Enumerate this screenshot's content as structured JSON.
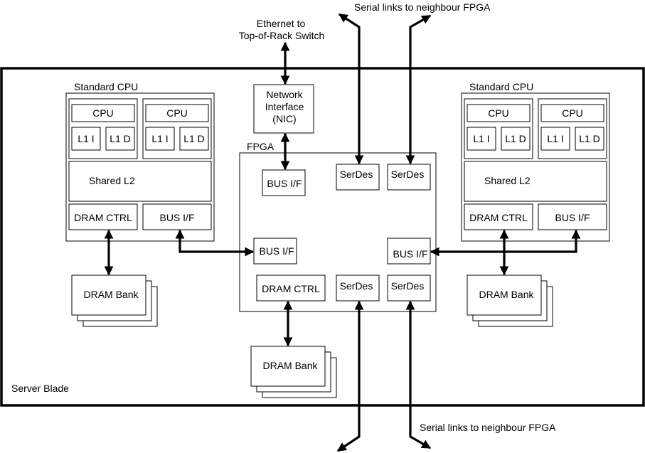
{
  "diagram": {
    "server_blade": {
      "label": "Server Blade"
    },
    "external": {
      "ethernet_line1": "Ethernet to",
      "ethernet_line2": "Top-of-Rack Switch",
      "serial_top": "Serial links to neighbour FPGA",
      "serial_bottom": "Serial links to neighbour FPGA"
    },
    "nic": {
      "line1": "Network",
      "line2": "Interface",
      "line3": "(NIC)"
    },
    "cpu_left": {
      "title": "Standard CPU",
      "core1": {
        "cpu": "CPU",
        "l1i": "L1 I",
        "l1d": "L1 D"
      },
      "core2": {
        "cpu": "CPU",
        "l1i": "L1 I",
        "l1d": "L1 D"
      },
      "shared_l2": "Shared L2",
      "dram_ctrl": "DRAM CTRL",
      "bus_if": "BUS I/F"
    },
    "cpu_right": {
      "title": "Standard CPU",
      "core1": {
        "cpu": "CPU",
        "l1i": "L1 I",
        "l1d": "L1 D"
      },
      "core2": {
        "cpu": "CPU",
        "l1i": "L1 I",
        "l1d": "L1 D"
      },
      "shared_l2": "Shared L2",
      "dram_ctrl": "DRAM CTRL",
      "bus_if": "BUS I/F"
    },
    "fpga": {
      "title": "FPGA",
      "bus_if_top": "BUS I/F",
      "bus_if_left": "BUS I/F",
      "bus_if_right": "BUS I/F",
      "dram_ctrl": "DRAM CTRL",
      "serdes_tl": "SerDes",
      "serdes_tr": "SerDes",
      "serdes_bl": "SerDes",
      "serdes_br": "SerDes"
    },
    "dram_left": {
      "label": "DRAM Bank"
    },
    "dram_center": {
      "label": "DRAM Bank"
    },
    "dram_right": {
      "label": "DRAM Bank"
    }
  }
}
